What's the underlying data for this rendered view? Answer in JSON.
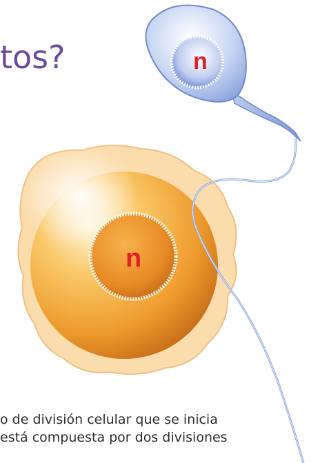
{
  "title": "tos?",
  "labels": {
    "sperm_nucleus": "n",
    "egg_nucleus": "n"
  },
  "caption": [
    "o de división celular que se inicia",
    " está compuesta por dos divisiones"
  ],
  "colors": {
    "title": "#6a4b9e",
    "label": "#e3202a",
    "egg_outer": "#fbdcac",
    "egg_body": "#f2a23a",
    "sperm_head": "#9fb6e8",
    "tail": "#8ea7dc"
  }
}
